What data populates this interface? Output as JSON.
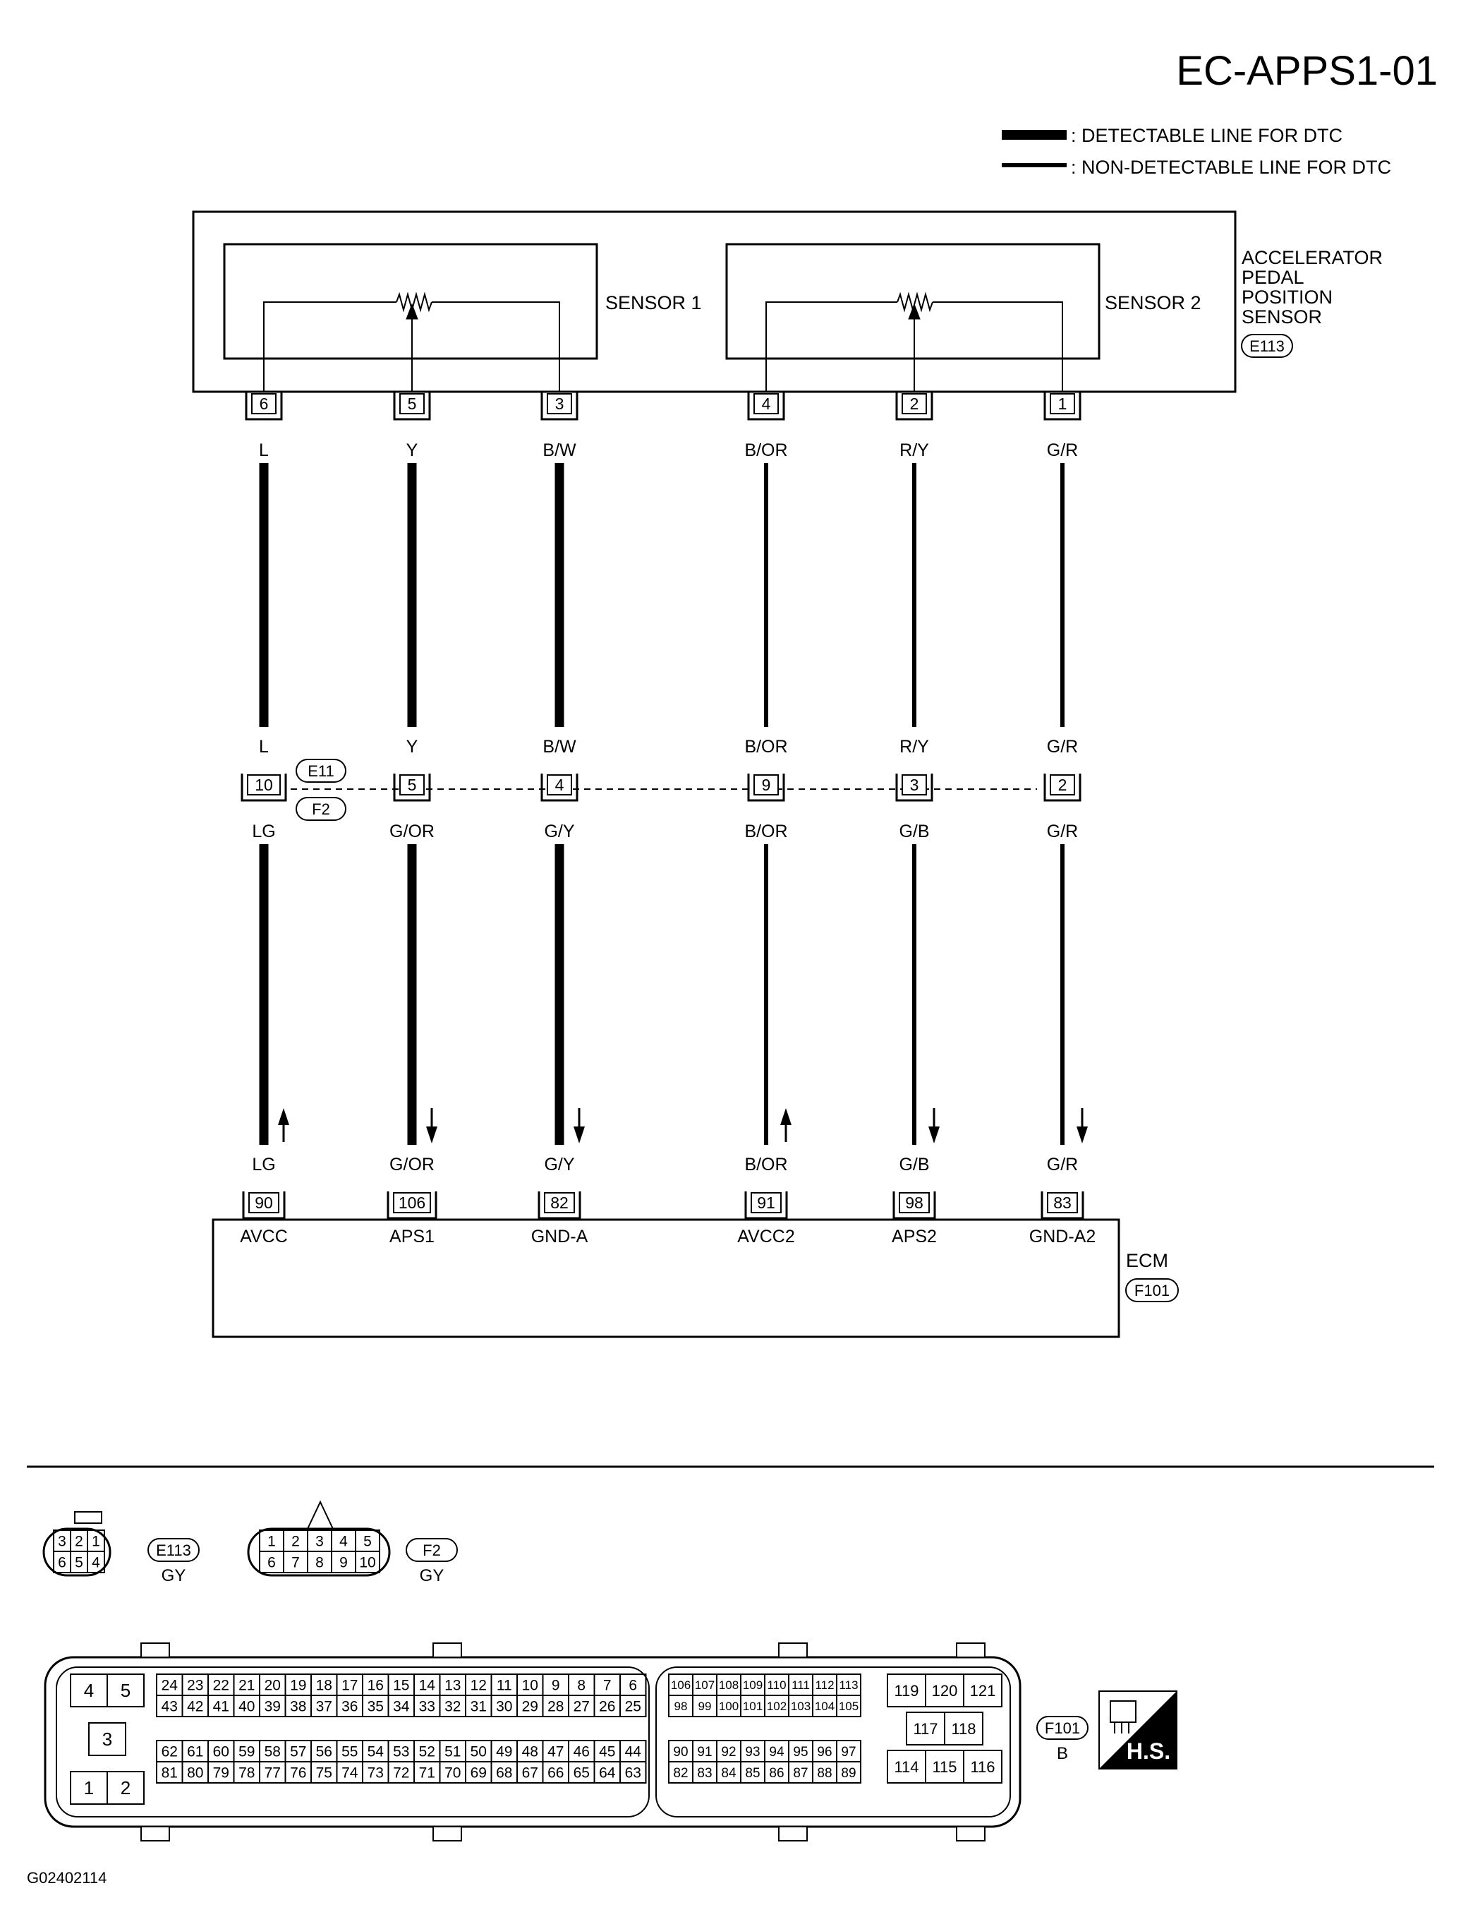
{
  "page": {
    "title": "EC-APPS1-01",
    "figure_id": "G02402114"
  },
  "legend": {
    "thick_label": ": DETECTABLE LINE FOR DTC",
    "thin_label": ": NON-DETECTABLE LINE FOR DTC"
  },
  "sensor_block": {
    "name_lines": [
      "ACCELERATOR",
      "PEDAL",
      "POSITION",
      "SENSOR"
    ],
    "connector": "E113",
    "sensor1_label": "SENSOR 1",
    "sensor2_label": "SENSOR 2"
  },
  "joint_connector": {
    "upper": "E11",
    "lower": "F2"
  },
  "ecm_block": {
    "name": "ECM",
    "connector": "F101"
  },
  "wires": [
    {
      "sensor_pin": "6",
      "color_top": "L",
      "joint_color_top": "L",
      "joint_pin": "10",
      "joint_color_bottom": "LG",
      "ecm_color": "LG",
      "ecm_pin": "90",
      "terminal": "AVCC",
      "detectable": true,
      "arrow": "up"
    },
    {
      "sensor_pin": "5",
      "color_top": "Y",
      "joint_color_top": "Y",
      "joint_pin": "5",
      "joint_color_bottom": "G/OR",
      "ecm_color": "G/OR",
      "ecm_pin": "106",
      "terminal": "APS1",
      "detectable": true,
      "arrow": "down"
    },
    {
      "sensor_pin": "3",
      "color_top": "B/W",
      "joint_color_top": "B/W",
      "joint_pin": "4",
      "joint_color_bottom": "G/Y",
      "ecm_color": "G/Y",
      "ecm_pin": "82",
      "terminal": "GND-A",
      "detectable": true,
      "arrow": "down"
    },
    {
      "sensor_pin": "4",
      "color_top": "B/OR",
      "joint_color_top": "B/OR",
      "joint_pin": "9",
      "joint_color_bottom": "B/OR",
      "ecm_color": "B/OR",
      "ecm_pin": "91",
      "terminal": "AVCC2",
      "detectable": false,
      "arrow": "up"
    },
    {
      "sensor_pin": "2",
      "color_top": "R/Y",
      "joint_color_top": "R/Y",
      "joint_pin": "3",
      "joint_color_bottom": "G/B",
      "ecm_color": "G/B",
      "ecm_pin": "98",
      "terminal": "APS2",
      "detectable": false,
      "arrow": "down"
    },
    {
      "sensor_pin": "1",
      "color_top": "G/R",
      "joint_color_top": "G/R",
      "joint_pin": "2",
      "joint_color_bottom": "G/R",
      "ecm_color": "G/R",
      "ecm_pin": "83",
      "terminal": "GND-A2",
      "detectable": false,
      "arrow": "down"
    }
  ],
  "connector_views": {
    "e113": {
      "id": "E113",
      "color": "GY",
      "top_row": [
        "3",
        "2",
        "1"
      ],
      "bottom_row": [
        "6",
        "5",
        "4"
      ]
    },
    "f2": {
      "id": "F2",
      "color": "GY",
      "top_row": [
        "1",
        "2",
        "3",
        "4",
        "5"
      ],
      "bottom_row": [
        "6",
        "7",
        "8",
        "9",
        "10"
      ]
    },
    "f101": {
      "id": "F101",
      "color": "B",
      "block1": [
        "4",
        "5",
        "3",
        "1",
        "2"
      ],
      "block2_rows": [
        [
          "24",
          "23",
          "22",
          "21",
          "20",
          "19",
          "18",
          "17",
          "16",
          "15",
          "14",
          "13",
          "12",
          "11",
          "10",
          "9",
          "8",
          "7",
          "6"
        ],
        [
          "43",
          "42",
          "41",
          "40",
          "39",
          "38",
          "37",
          "36",
          "35",
          "34",
          "33",
          "32",
          "31",
          "30",
          "29",
          "28",
          "27",
          "26",
          "25"
        ],
        [
          "62",
          "61",
          "60",
          "59",
          "58",
          "57",
          "56",
          "55",
          "54",
          "53",
          "52",
          "51",
          "50",
          "49",
          "48",
          "47",
          "46",
          "45",
          "44"
        ],
        [
          "81",
          "80",
          "79",
          "78",
          "77",
          "76",
          "75",
          "74",
          "73",
          "72",
          "71",
          "70",
          "69",
          "68",
          "67",
          "66",
          "65",
          "64",
          "63"
        ]
      ],
      "block3_rows": [
        [
          "106",
          "107",
          "108",
          "109",
          "110",
          "111",
          "112",
          "113"
        ],
        [
          "98",
          "99",
          "100",
          "101",
          "102",
          "103",
          "104",
          "105"
        ],
        [
          "90",
          "91",
          "92",
          "93",
          "94",
          "95",
          "96",
          "97"
        ],
        [
          "82",
          "83",
          "84",
          "85",
          "86",
          "87",
          "88",
          "89"
        ]
      ],
      "block4_top": [
        "119",
        "120",
        "121"
      ],
      "block4_mid": [
        "117",
        "118"
      ],
      "block4_bottom": [
        "114",
        "115",
        "116"
      ]
    }
  },
  "hs_badge": {
    "text": "H.S."
  }
}
